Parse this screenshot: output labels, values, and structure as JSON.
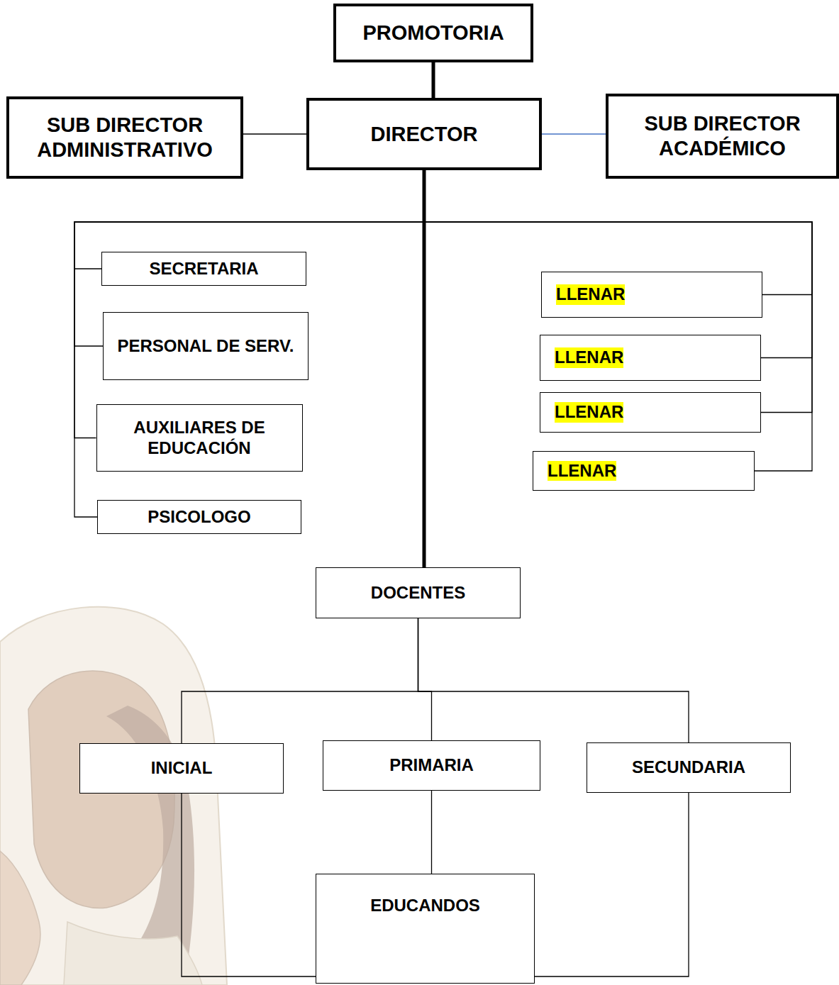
{
  "diagram": {
    "nodes": [
      {
        "text": [
          "PROMOTORIA"
        ]
      },
      {
        "text": [
          "SUB DIRECTOR ADMINISTRATIVO"
        ]
      },
      {
        "text": [
          "DIRECTOR"
        ]
      },
      {
        "text": [
          "SUB DIRECTOR ACADÉMICO"
        ]
      },
      {
        "text": [
          "SECRETARIA"
        ]
      },
      {
        "text": [
          "LLENAR"
        ]
      },
      {
        "text": [
          "PERSONAL DE SERV."
        ]
      },
      {
        "text": [
          "LLENAR"
        ]
      },
      {
        "text": [
          "LLENAR"
        ]
      },
      {
        "text": [
          "AUXILIARES DE EDUCACIÓN"
        ]
      },
      {
        "text": [
          "LLENAR"
        ]
      },
      {
        "text": [
          "PSICOLOGO"
        ]
      },
      {
        "text": [
          "DOCENTES"
        ]
      },
      {
        "text": [
          "INICIAL"
        ]
      },
      {
        "text": [
          "PRIMARIA"
        ]
      },
      {
        "text": [
          "SECUNDARIA"
        ]
      },
      {
        "text": [
          "EDUCANDOS"
        ]
      }
    ],
    "edges": [
      {
        "from": 0,
        "to": 2,
        "arrow": "none"
      },
      {
        "from": 2,
        "to": 1,
        "arrow": "none"
      },
      {
        "from": 2,
        "to": 3,
        "arrow": "none"
      },
      {
        "from": 2,
        "to": 4,
        "arrow": "none"
      },
      {
        "from": 2,
        "to": 6,
        "arrow": "none"
      },
      {
        "from": 2,
        "to": 9,
        "arrow": "none"
      },
      {
        "from": 2,
        "to": 11,
        "arrow": "none"
      },
      {
        "from": 2,
        "to": 5,
        "arrow": "none"
      },
      {
        "from": 2,
        "to": 7,
        "arrow": "none"
      },
      {
        "from": 2,
        "to": 8,
        "arrow": "none"
      },
      {
        "from": 2,
        "to": 10,
        "arrow": "none"
      },
      {
        "from": 2,
        "to": 12,
        "arrow": "none"
      },
      {
        "from": 12,
        "to": 13,
        "arrow": "none"
      },
      {
        "from": 12,
        "to": 14,
        "arrow": "none"
      },
      {
        "from": 12,
        "to": 15,
        "arrow": "none"
      },
      {
        "from": 13,
        "to": 16,
        "arrow": "none"
      },
      {
        "from": 14,
        "to": 16,
        "arrow": "none"
      },
      {
        "from": 15,
        "to": 16,
        "arrow": "none"
      }
    ]
  }
}
